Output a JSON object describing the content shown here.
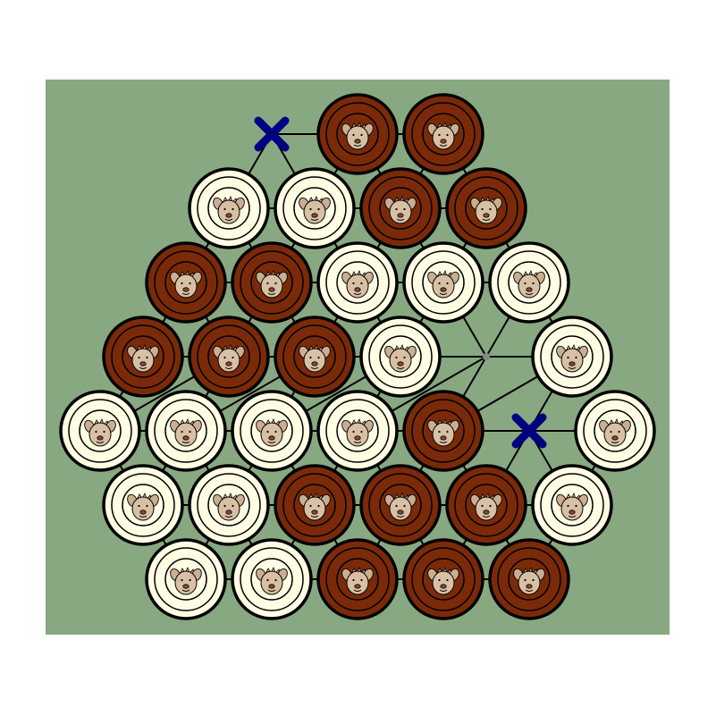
{
  "board": {
    "background_color": "#88a882",
    "line_color": "#000000",
    "node_color": "#888888",
    "dark_piece_color": "#7a2a08",
    "light_piece_color": "#fffde4",
    "marker_color": "#000080",
    "animal_icon": "hedgehog-icon",
    "marker_icon": "cross-icon"
  },
  "rows": [
    [
      "X",
      "D",
      "D",
      null
    ],
    [
      "L",
      "L",
      "D",
      "D"
    ],
    [
      "D",
      "D",
      "L",
      "L",
      "L"
    ],
    [
      "D",
      "D",
      "D",
      "L",
      "_",
      "L"
    ],
    [
      "L",
      "L",
      "L",
      "L",
      "D",
      "X",
      "L"
    ],
    [
      "L",
      "L",
      "D",
      "D",
      "D",
      "L"
    ],
    [
      "L",
      "L",
      "D",
      "D",
      "D"
    ]
  ]
}
